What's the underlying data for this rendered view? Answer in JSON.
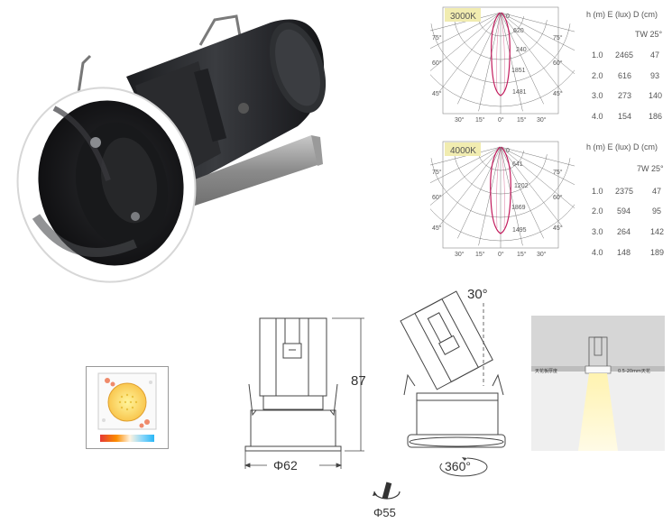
{
  "polar_1": {
    "cct": "3000K",
    "center_label": "0",
    "values": [
      "620",
      "240",
      "1851",
      "1481"
    ],
    "left_angles": [
      "75°",
      "60°",
      "45°"
    ],
    "right_angles": [
      "75°",
      "60°",
      "45°"
    ],
    "bottom_angles": [
      "30°",
      "15°",
      "0°",
      "15°",
      "30°"
    ]
  },
  "polar_2": {
    "cct": "4000K",
    "center_label": "0",
    "values": [
      "641",
      "1202",
      "1869",
      "1495"
    ],
    "left_angles": [
      "75°",
      "60°",
      "45°"
    ],
    "right_angles": [
      "75°",
      "60°",
      "45°"
    ],
    "bottom_angles": [
      "30°",
      "15°",
      "0°",
      "15°",
      "30°"
    ]
  },
  "table_1": {
    "header": "h (m) E (lux) D (cm)",
    "subheader": "TW 25°",
    "rows": [
      [
        "1.0",
        "2465",
        "47"
      ],
      [
        "2.0",
        "616",
        "93"
      ],
      [
        "3.0",
        "273",
        "140"
      ],
      [
        "4.0",
        "154",
        "186"
      ]
    ]
  },
  "table_2": {
    "header": "h (m) E (lux) D (cm)",
    "subheader": "7W 25°",
    "rows": [
      [
        "1.0",
        "2375",
        "47"
      ],
      [
        "2.0",
        "594",
        "95"
      ],
      [
        "3.0",
        "264",
        "142"
      ],
      [
        "4.0",
        "148",
        "189"
      ]
    ]
  },
  "dimensions": {
    "height": "87",
    "width": "Φ62",
    "tilt": "30°",
    "rotation": "360°",
    "cutout": "Φ55"
  },
  "install": {
    "left_note": "天花板厚度",
    "right_note": "0.5-20mm天花"
  },
  "colors": {
    "light_line": "#c2185b",
    "grid": "#666666",
    "cct_label_bg": "#f1ecb0",
    "product_body": "#2a2b2e",
    "trim": "#ffffff"
  },
  "icons": [
    "product-render",
    "led-chip-icon",
    "cct-gradient-bar",
    "rotation-icon"
  ]
}
